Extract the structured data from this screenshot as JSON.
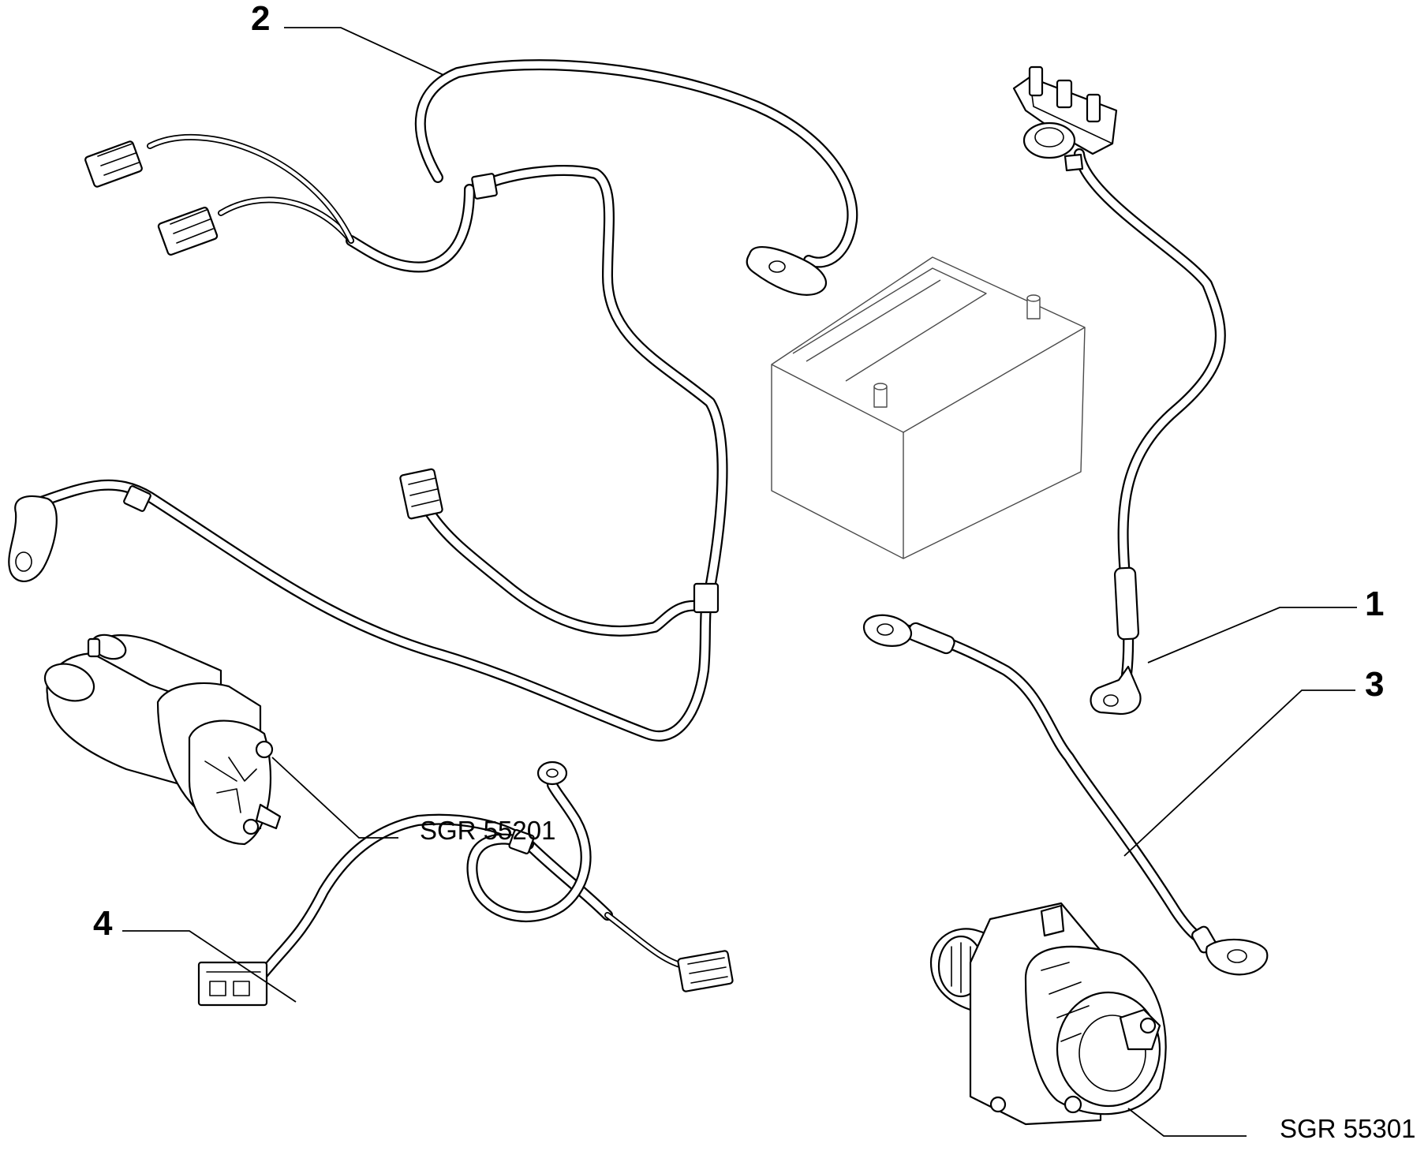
{
  "callouts": [
    {
      "id": "1",
      "label": "1"
    },
    {
      "id": "2",
      "label": "2"
    },
    {
      "id": "3",
      "label": "3"
    },
    {
      "id": "4",
      "label": "4"
    }
  ],
  "references": {
    "starter": "SGR 55201",
    "alternator": "SGR 55301"
  },
  "colors": {
    "line": "#000000",
    "background": "#ffffff",
    "battery_line": "#4a4a4a"
  }
}
